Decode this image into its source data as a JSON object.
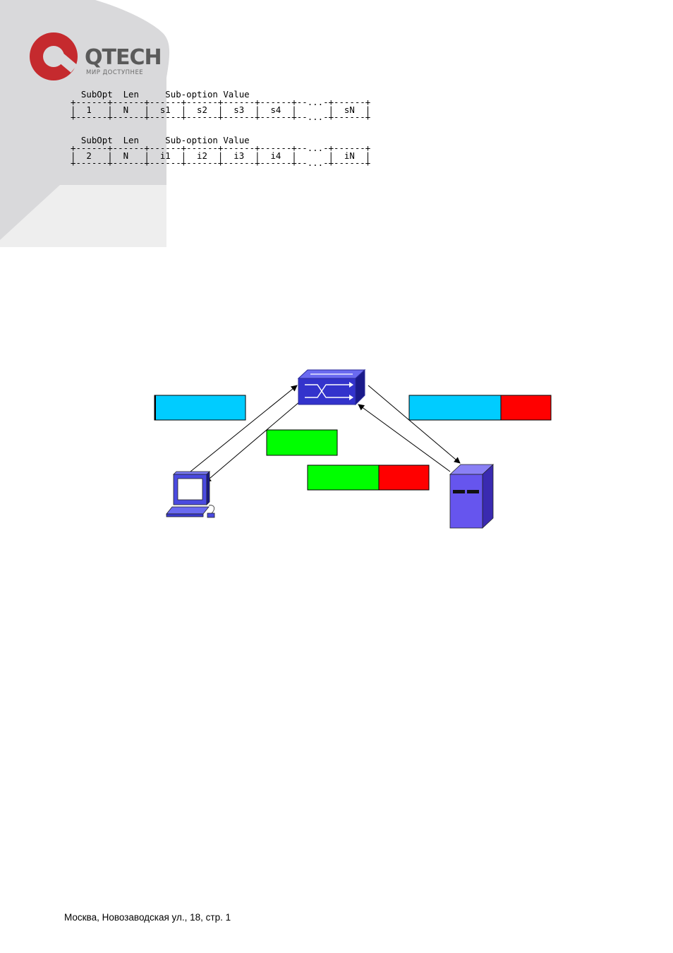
{
  "header": {
    "logo_name": "QTECH",
    "logo_tagline": "МИР ДОСТУПНЕЕ",
    "colors": {
      "logo_red": "#c52a2e",
      "logo_grey": "#5a5a5a",
      "corner_grey": "#d9d9db"
    }
  },
  "suboption_tables": [
    {
      "header": "  SubOpt  Len     Sub-option Value",
      "border_top": "+------+------+------+------+------+------+--...-+------+",
      "row": "|  1   |  N   |  s1  |  s2  |  s3  |  s4  |      |  sN  |",
      "border_bottom": "+------+------+------+------+------+------+--...-+------+"
    },
    {
      "header": "  SubOpt  Len     Sub-option Value",
      "border_top": "+------+------+------+------+------+------+--...-+------+",
      "row": "|  2   |  N   |  i1  |  i2  |  i3  |  i4  |      |  iN  |",
      "border_bottom": "+------+------+------+------+------+------+--...-+------+"
    }
  ],
  "diagram": {
    "colors": {
      "cyan": "#00ccff",
      "green": "#00ff00",
      "red": "#ff0000",
      "device_blue": "#4a4ae0",
      "server_purple": "#6655ee"
    },
    "icons": [
      "switch-icon",
      "pc-icon",
      "server-icon"
    ]
  },
  "footer": {
    "address": "Москва, Новозаводская ул., 18, стр. 1"
  }
}
